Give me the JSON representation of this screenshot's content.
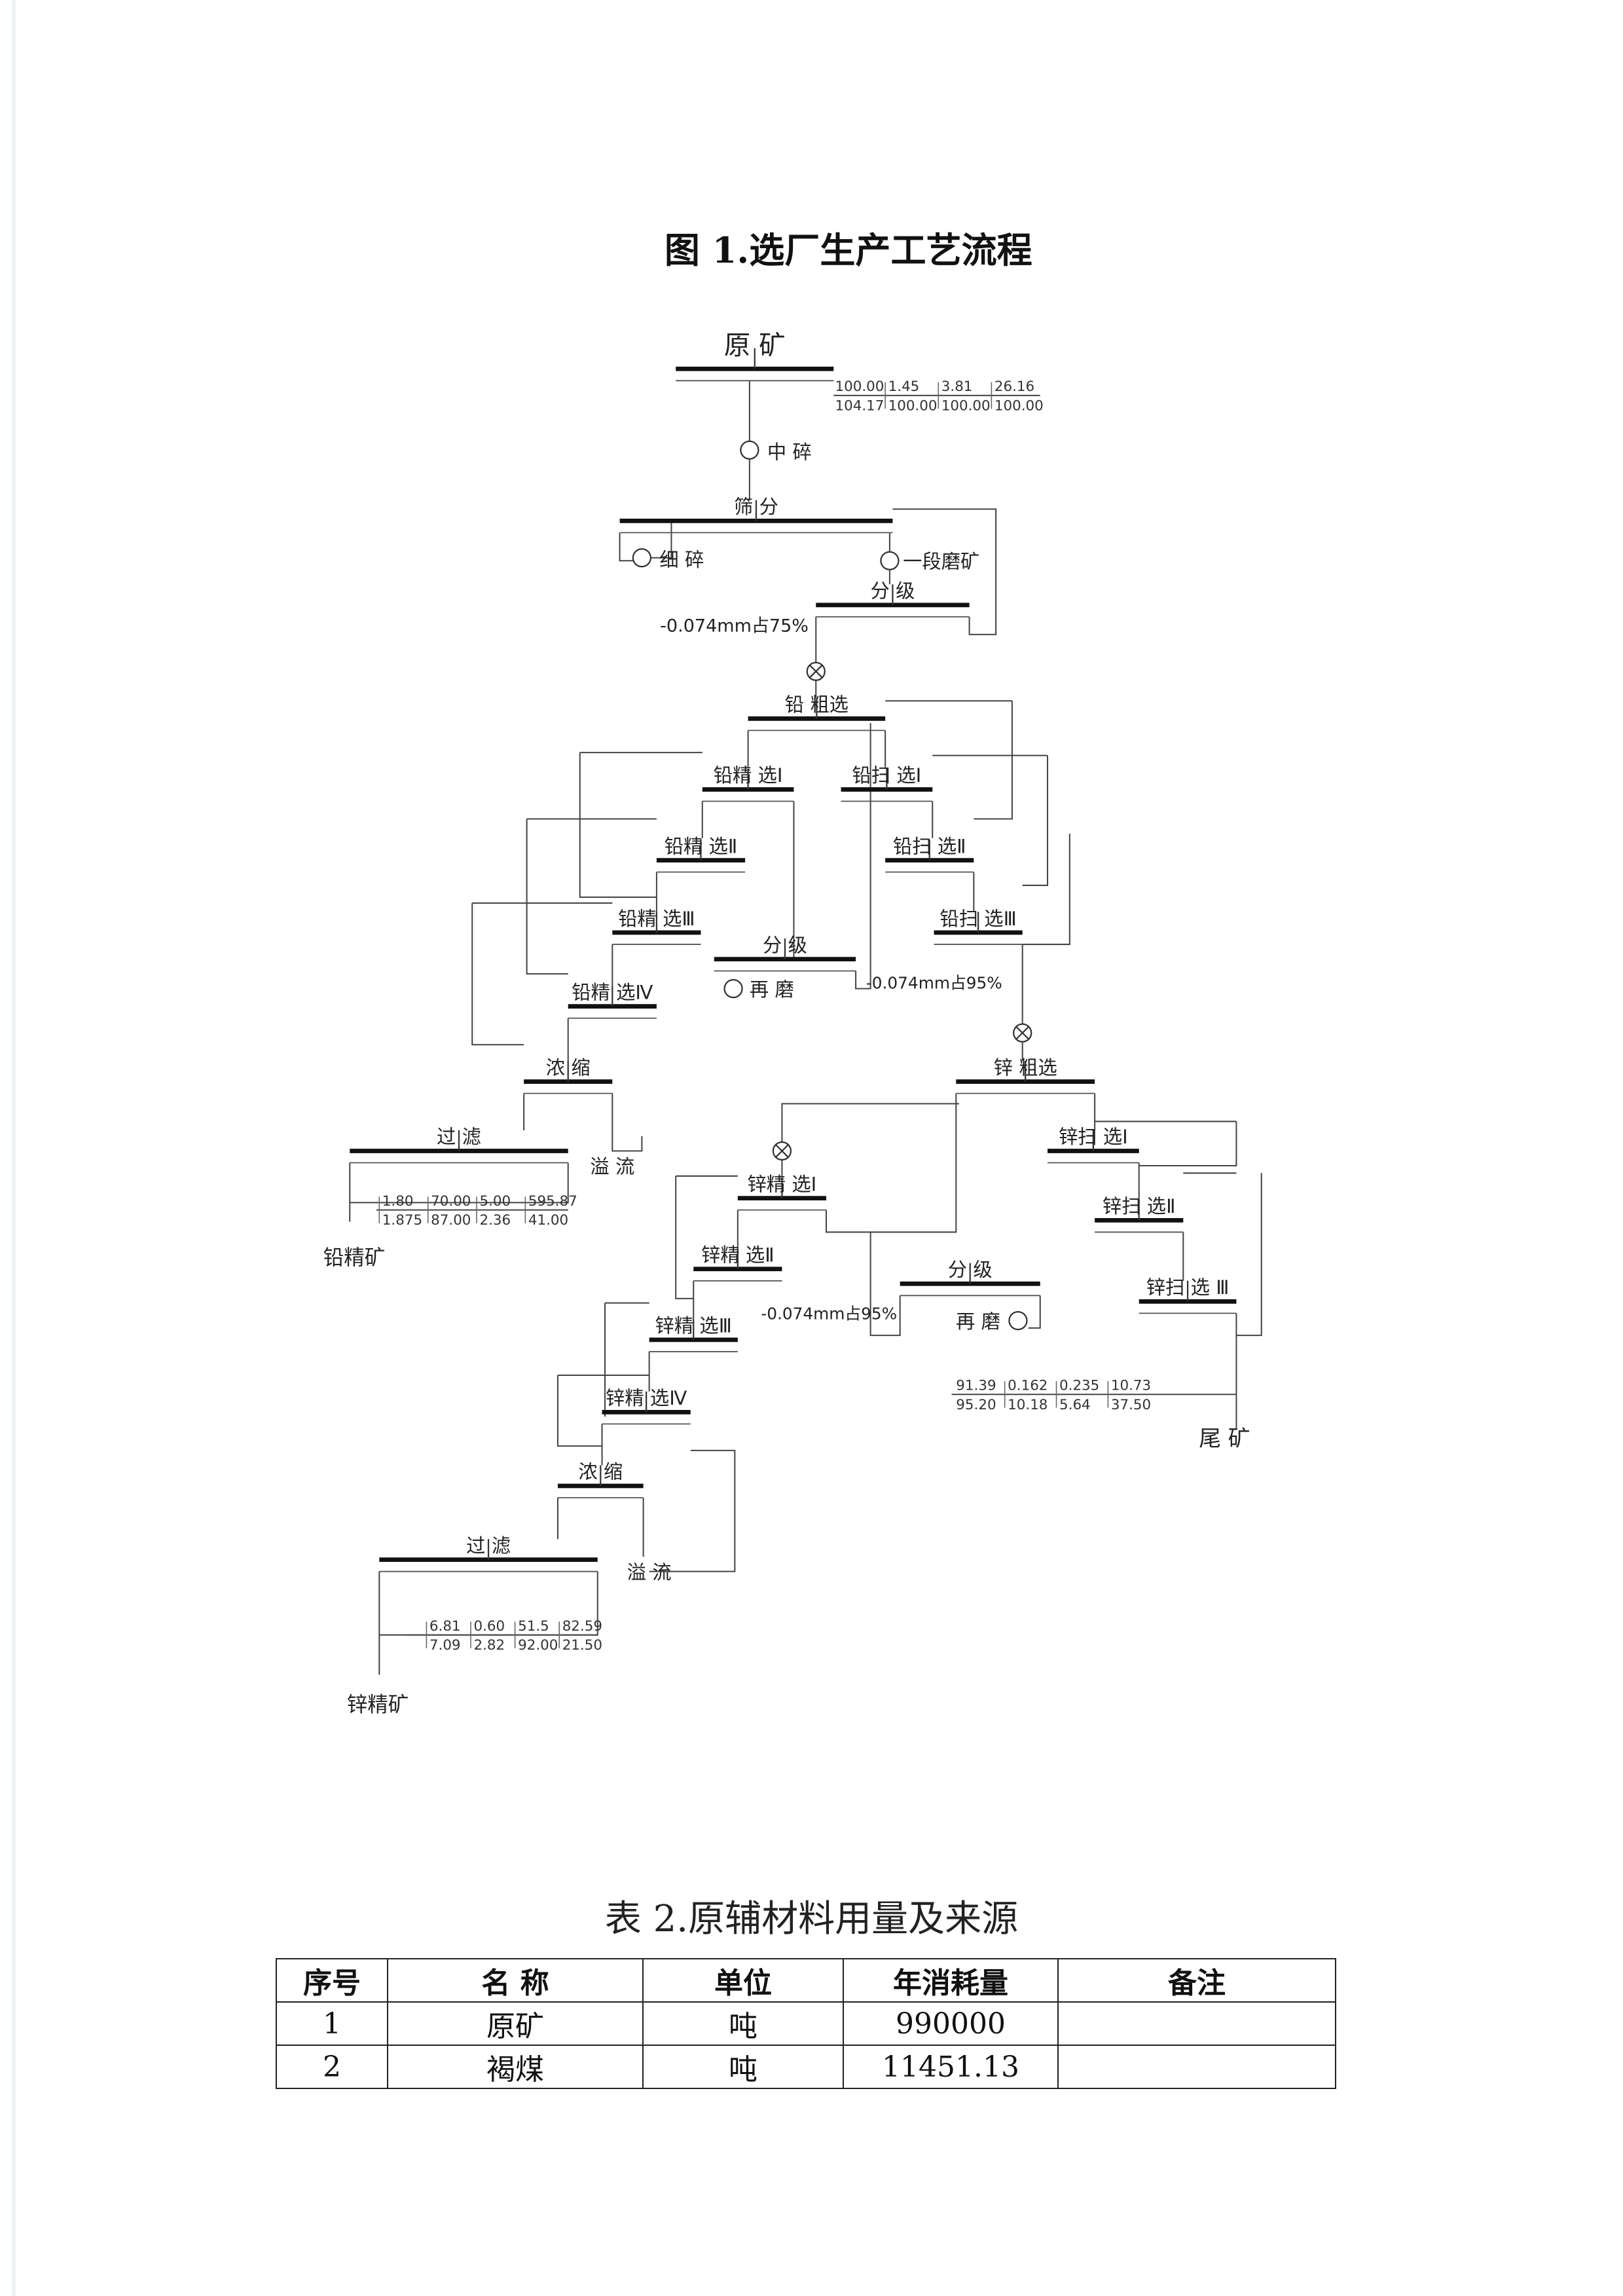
{
  "figure_title": "图 1.选厂生产工艺流程",
  "flowsheet": {
    "nodes": {
      "raw_ore": "原  矿",
      "secondary_crush": "中 碎",
      "screening": "筛  分",
      "fine_crush": "细 碎",
      "primary_grind": "一段磨矿",
      "classify1": "分 级",
      "grind_spec1": "-0.074mm占75%",
      "pb_rougher": "铅 粗选",
      "pb_cleaner1": "铅精 选Ⅰ",
      "pb_cleaner2": "铅精 选Ⅱ",
      "pb_cleaner3": "铅精 选Ⅲ",
      "pb_cleaner4": "铅精 选Ⅳ",
      "pb_scav1": "铅扫 选Ⅰ",
      "pb_scav2": "铅扫 选Ⅱ",
      "pb_scav3": "铅扫 选Ⅲ",
      "classify2": "分 级",
      "regrind1": "再 磨",
      "grind_spec2": "-0.074mm占95%",
      "pb_thicken": "浓 缩",
      "pb_filter": "过 滤",
      "pb_overflow": "溢 流",
      "pb_concentrate": "铅精矿",
      "zn_rougher": "锌 粗选",
      "zn_scav1": "锌扫 选Ⅰ",
      "zn_scav2": "锌扫 选Ⅱ",
      "zn_scav3": "锌扫 选 Ⅲ",
      "zn_cleaner1": "锌精 选Ⅰ",
      "zn_cleaner2": "锌精 选Ⅱ",
      "zn_cleaner3": "锌精 选Ⅲ",
      "zn_cleaner4": "锌精 选Ⅳ",
      "classify3": "分 级",
      "regrind2": "再 磨",
      "grind_spec3": "-0.074mm占95%",
      "zn_thicken": "浓 缩",
      "zn_filter": "过 滤",
      "zn_overflow": "溢 流",
      "zn_concentrate": "锌精矿",
      "tailings": "尾 矿"
    },
    "balances": {
      "raw_ore": {
        "top": [
          "100.00",
          "1.45",
          "3.81",
          "26.16"
        ],
        "bottom": [
          "104.17",
          "100.00",
          "100.00",
          "100.00"
        ]
      },
      "pb_concentrate": {
        "top": [
          "1.80",
          "70.00",
          "5.00",
          "595.87"
        ],
        "bottom": [
          "1.875",
          "87.00",
          "2.36",
          "41.00"
        ]
      },
      "tailings": {
        "top": [
          "91.39",
          "0.162",
          "0.235",
          "10.73"
        ],
        "bottom": [
          "95.20",
          "10.18",
          "5.64",
          "37.50"
        ]
      },
      "zn_concentrate": {
        "top": [
          "6.81",
          "0.60",
          "51.5",
          "82.59"
        ],
        "bottom": [
          "7.09",
          "2.82",
          "92.00",
          "21.50"
        ]
      }
    }
  },
  "table": {
    "title": "表 2.原辅材料用量及来源",
    "headers": [
      "序号",
      "名 称",
      "单位",
      "年消耗量",
      "备注"
    ],
    "rows": [
      [
        "1",
        "原矿",
        "吨",
        "990000",
        ""
      ],
      [
        "2",
        "褐煤",
        "吨",
        "11451.13",
        ""
      ]
    ]
  }
}
